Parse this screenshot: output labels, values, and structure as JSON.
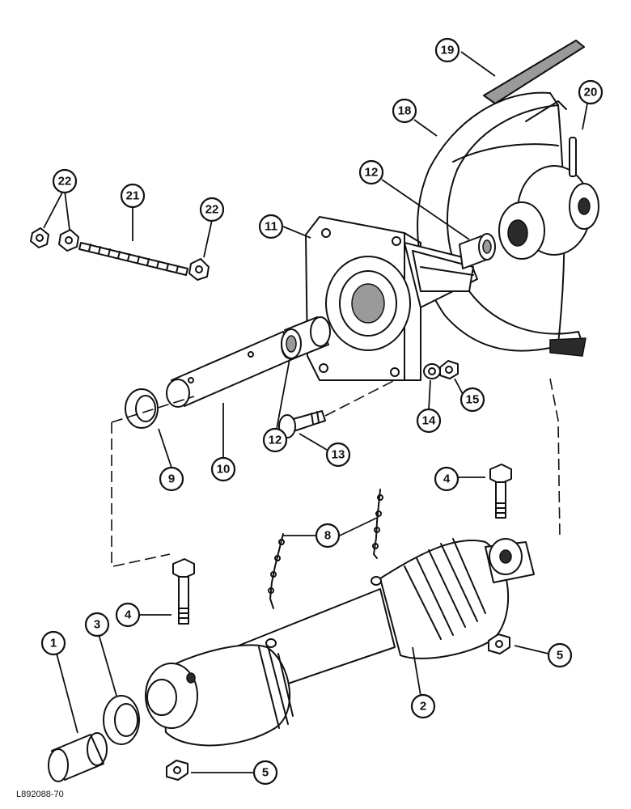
{
  "callouts": {
    "c1": "1",
    "c2": "2",
    "c3": "3",
    "c4a": "4",
    "c4b": "4",
    "c5a": "5",
    "c5b": "5",
    "c8": "8",
    "c9": "9",
    "c10": "10",
    "c11": "11",
    "c12a": "12",
    "c12b": "12",
    "c13": "13",
    "c14": "14",
    "c15": "15",
    "c18": "18",
    "c19": "19",
    "c20": "20",
    "c21": "21",
    "c22a": "22",
    "c22b": "22"
  },
  "reference_code": "L892088-70"
}
